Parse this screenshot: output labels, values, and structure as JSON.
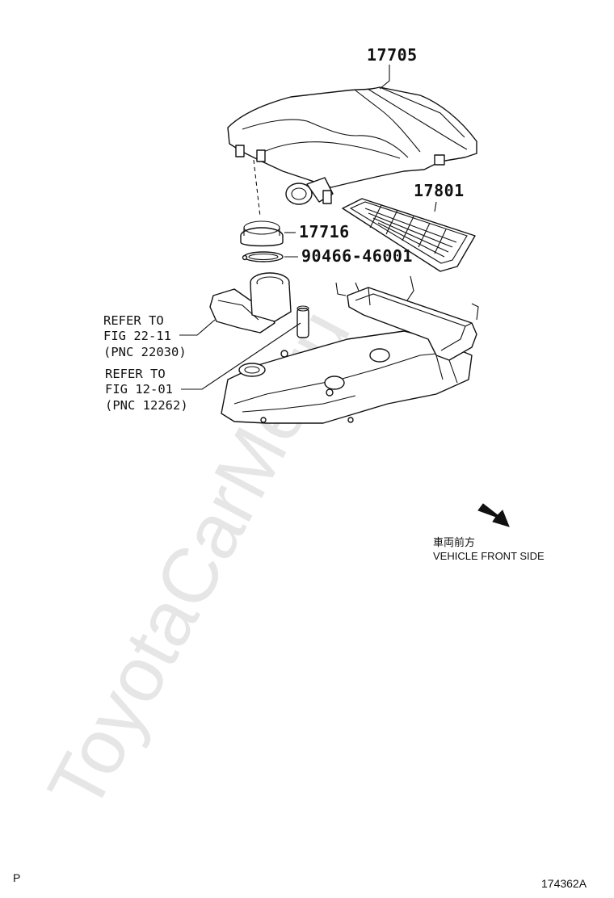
{
  "watermark": "ToyotaCarMe.ru",
  "parts": {
    "air_cleaner_cap": "17705",
    "air_filter_element": "17801",
    "hose_clamp": "17716",
    "ring_gasket": "90466-46001"
  },
  "refs": {
    "ref1": {
      "line1": "REFER TO",
      "line2": "FIG 22-11",
      "line3": "(PNC 22030)"
    },
    "ref2": {
      "line1": "REFER TO",
      "line2": "FIG 12-01",
      "line3": "(PNC 12262)"
    }
  },
  "direction": {
    "jp_label": "車両前方",
    "en_label": "VEHICLE FRONT SIDE"
  },
  "corner": {
    "left": "P",
    "right": "174362A"
  }
}
